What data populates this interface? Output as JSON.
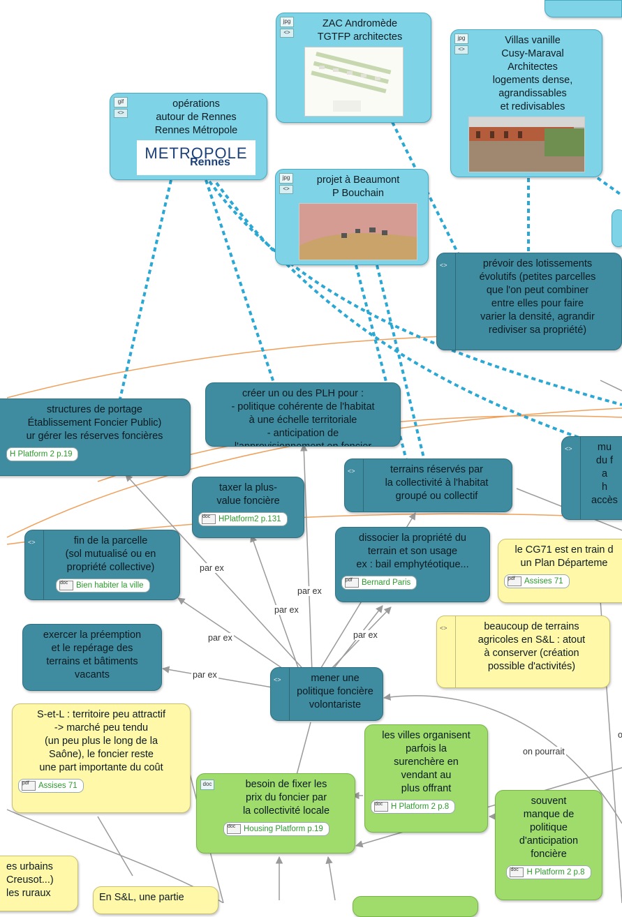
{
  "nodes": {
    "zac": {
      "text": "ZAC Andromède\nTGTFP  architectes",
      "badge": "jpg"
    },
    "villas": {
      "text": "Villas  vanille\nCusy-Maraval\nArchitectes\nlogements dense,\nagrandissables\net redivisables",
      "badge": "jpg"
    },
    "operations": {
      "text": "opérations\nautour de Rennes\nRennes  Métropole",
      "badge": "gif",
      "logo_main": "METROPOLE",
      "logo_sub": "Rennes"
    },
    "beaumont": {
      "text": "projet à Beaumont\nP Bouchain",
      "badge": "jpg"
    },
    "prevoir": {
      "text": "prévoir des lotissements\névolutifs (petites parcelles\nque l'on peut combiner\nentre elles pour faire\nvarier la densité, agrandir\nrediviser sa propriété)"
    },
    "structures": {
      "text": "structures de portage\nÉtablissement Foncier Public)\nur gérer les réserves foncières",
      "ref": "H Platform 2 p.19"
    },
    "plh": {
      "text": "créer un ou des PLH pour :\n- politique cohérente de l'habitat\nà une échelle territoriale\n- anticipation de\nl'approvisionnement en foncier"
    },
    "mu": {
      "text": "mu\ndu f\na\nh\naccès"
    },
    "taxer": {
      "text": "taxer la plus-\nvalue foncière",
      "ref": "HPlatform2 p.131"
    },
    "terrains_reserves": {
      "text": "terrains réservés par\nla collectivité à l'habitat\ngroupé ou collectif"
    },
    "fin_parcelle": {
      "text": "fin de la parcelle\n(sol mutualisé ou en\npropriété  collective)",
      "ref": "Bien habiter la ville"
    },
    "dissocier": {
      "text": "dissocier la propriété du\nterrain et son usage\nex : bail emphytéotique...",
      "ref": "Bernard Paris"
    },
    "cg71": {
      "text": "le CG71 est en train d\nun Plan Départeme",
      "ref": "Assises 71"
    },
    "exercer": {
      "text": "exercer la préemption\net le repérage des\nterrains et bâtiments\nvacants"
    },
    "beaucoup": {
      "text": "beaucoup de terrains\nagricoles en S&L : atout\nà conserver (création\npossible d'activités)"
    },
    "mener": {
      "text": "mener  une\npolitique foncière\nvolontariste"
    },
    "setl": {
      "text": "S-et-L : territoire peu attractif\n-> marché peu tendu\n(un peu plus le long de la\nSaône), le foncier reste\nune part importante du coût",
      "ref": "Assises 71"
    },
    "villes": {
      "text": "les villes organisent\nparfois  la\nsurenchère en\nvendant au\nplus offrant",
      "ref": "H Platform 2 p.8"
    },
    "besoin": {
      "text": "besoin de fixer les\nprix du foncier par\nla collectivité locale",
      "ref": "Housing Platform p.19",
      "badge": "doc"
    },
    "souvent": {
      "text": "souvent\nmanque  de\npolitique\nd'anticipation\nfoncière",
      "ref": "H Platform 2 p.8"
    },
    "urbains": {
      "text": "es urbains\nCreusot...)\nles ruraux"
    },
    "ensl": {
      "text": "En S&L, une partie"
    }
  },
  "edge_labels": {
    "parex1": "par ex",
    "parex2": "par ex",
    "parex3": "par ex",
    "parex4": "par ex",
    "parex5": "par ex",
    "parex6": "par ex",
    "onpourrait": "on pourrait",
    "o": "o"
  },
  "colors": {
    "cyan": "#7fd3e6",
    "teal": "#3f8ca0",
    "yellow": "#fff8a8",
    "green": "#9fdc6c",
    "dashed_link": "#2aa7d3",
    "orange_link": "#f0a05a",
    "gray_link": "#9a9a9a"
  }
}
